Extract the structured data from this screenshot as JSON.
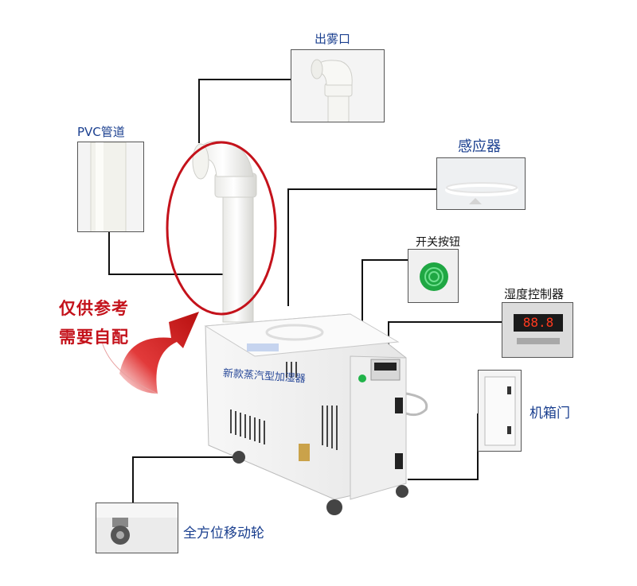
{
  "labels": {
    "outlet": "出雾口",
    "pvc_pipe": "PVC管道",
    "sensor": "感应器",
    "switch_button": "开关按钮",
    "humidity_controller": "湿度控制器",
    "cabinet_door": "机箱门",
    "casters": "全方位移动轮"
  },
  "note": {
    "line1": "仅供参考",
    "line2": "需要自配"
  },
  "product_label": "新款蒸汽型加湿器",
  "display_digits": "88.8",
  "colors": {
    "label_text": "#1a3f8f",
    "note_red": "#c4121b",
    "arrow_red": "#d21b1b",
    "leader_line": "#111111",
    "switch_green": "#21b34a"
  }
}
